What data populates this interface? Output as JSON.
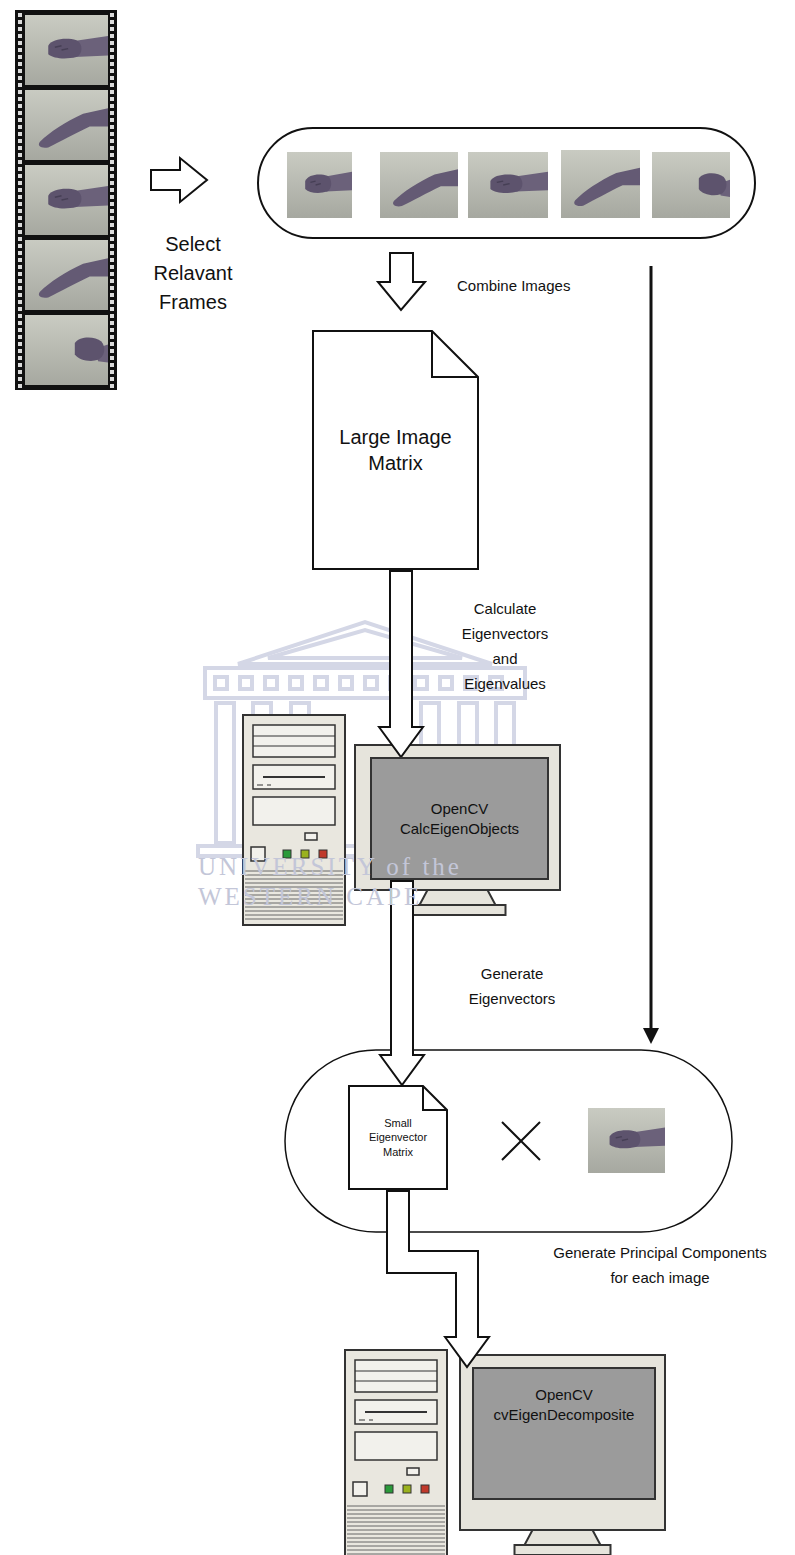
{
  "diagram": {
    "nodes": [
      {
        "text": [
          "Large Image Matrix"
        ]
      },
      {
        "text": [
          "OpenCV CalcEigenObjects"
        ]
      },
      {
        "text": [
          "Small Eigenvector Matrix"
        ]
      },
      {
        "text": [
          "OpenCV cvEigenDecomposite"
        ]
      }
    ],
    "edges": [
      {
        "from": 0,
        "to": 1,
        "arrow": "to",
        "label": "Calculate Eigenvectors and Eigenvalues"
      },
      {
        "from": 1,
        "to": 2,
        "arrow": "to",
        "label": "Generate Eigenvectors"
      },
      {
        "from": 2,
        "to": 3,
        "arrow": "to",
        "label": "Generate Principal Components for each image"
      }
    ],
    "labels": [
      "Select Relavant Frames",
      "Combine Images",
      "UNIVERSITY of the",
      "WESTERN CAPE"
    ]
  }
}
